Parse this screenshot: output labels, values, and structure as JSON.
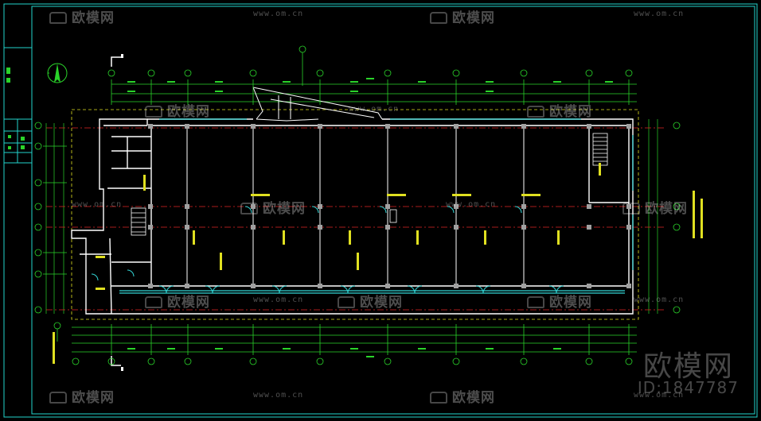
{
  "watermark": {
    "brand": "欧模网",
    "url": "www.om.cn",
    "big_brand": "欧模网",
    "id_text": "ID:1847787"
  },
  "colors": {
    "background": "#000000",
    "frame": "#22d3cc",
    "wall": "#ffffff",
    "dimension": "#2ad42a",
    "axis": "#e02424",
    "column": "#a0a0a0",
    "window": "#33d6d6",
    "annotation": "#e0e020"
  },
  "icons": [
    "north-arrow-icon",
    "section-mark-icon",
    "stair-icon",
    "door-swing-icon"
  ]
}
